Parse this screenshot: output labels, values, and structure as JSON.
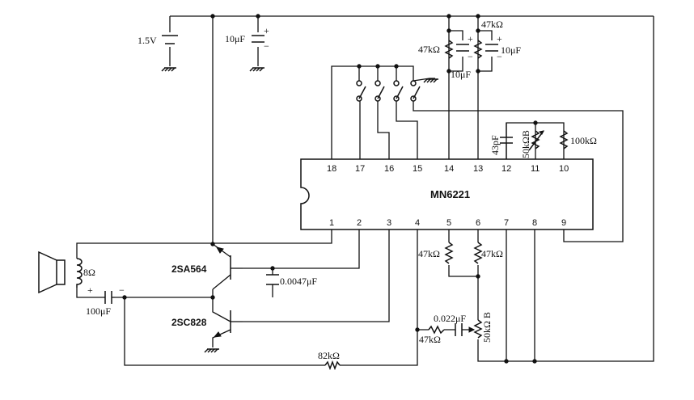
{
  "labels": {
    "battery": "1.5V",
    "cap_supply": "10μF",
    "r_top_left": "47kΩ",
    "r_top_right": "47kΩ",
    "cap_top_left": "10μF",
    "cap_top_right": "10μF",
    "cap_43p": "43pF",
    "pot_50kB": "50kΩB",
    "r_100k": "100kΩ",
    "chip": "MN6221",
    "speaker_imp": "8Ω",
    "cap_100u": "100μF",
    "q1": "2SA564",
    "q2": "2SC828",
    "cap_0047": "0.0047μF",
    "r_mid_left": "47kΩ",
    "r_mid_right": "47kΩ",
    "cap_022": "0.022μF",
    "r_47k_bottom": "47kΩ",
    "pot_bottom": "50kΩ B",
    "r_82k": "82kΩ",
    "plus": "+",
    "minus": "−"
  },
  "pins_top": [
    "18",
    "17",
    "16",
    "15",
    "14",
    "13",
    "12",
    "11",
    "10"
  ],
  "pins_bottom": [
    "1",
    "2",
    "3",
    "4",
    "5",
    "6",
    "7",
    "8",
    "9"
  ]
}
